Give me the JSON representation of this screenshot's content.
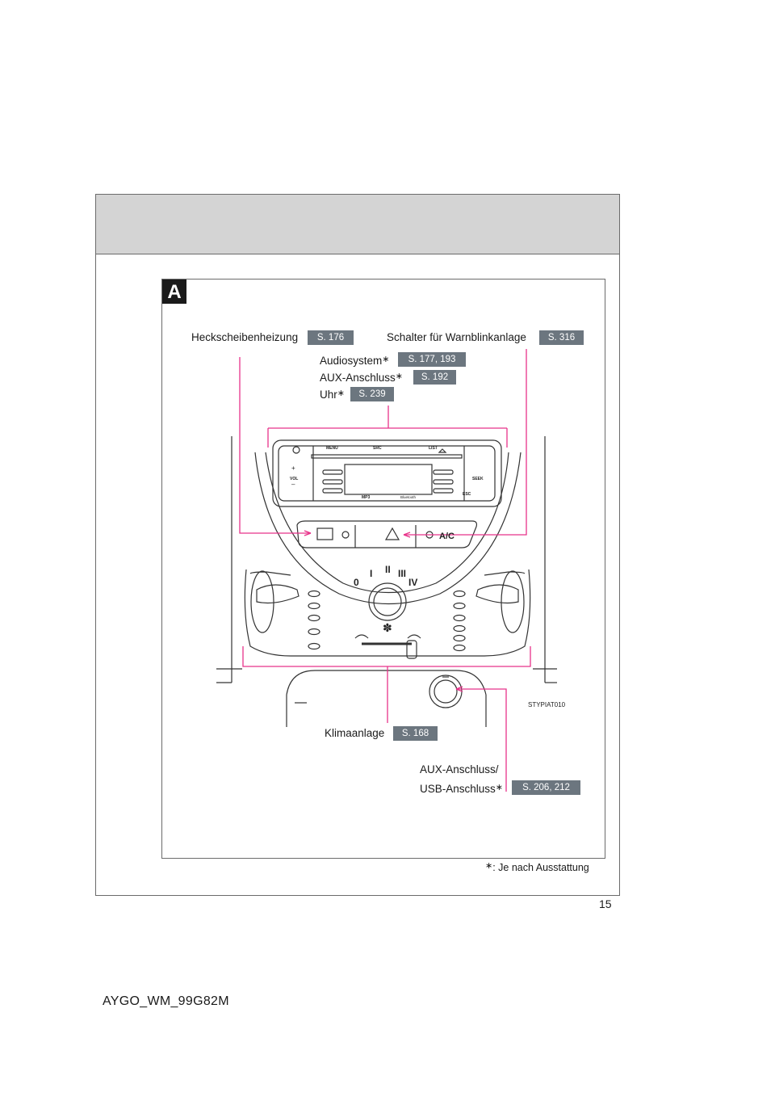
{
  "section_letter": "A",
  "callouts": {
    "rear_defogger": {
      "label": "Heckscheibenheizung",
      "ref": "S. 176"
    },
    "hazard_switch": {
      "label": "Schalter für Warnblinkanlage",
      "ref": "S. 316"
    },
    "audio_system": {
      "label": "Audiosystem",
      "ref": "S. 177, 193"
    },
    "aux_jack": {
      "label": "AUX-Anschluss",
      "ref": "S. 192"
    },
    "clock": {
      "label": "Uhr",
      "ref": "S. 239"
    },
    "air_conditioning": {
      "label": "Klimaanlage",
      "ref": "S. 168"
    },
    "aux_usb_line1": "AUX-Anschluss/",
    "aux_usb_line2": "USB-Anschluss",
    "aux_usb_ref": "S. 206, 212"
  },
  "star_mark": "∗",
  "footnote": ": Je nach Ausstattung",
  "illustration_code": "STYPIAT010",
  "radio_labels": {
    "menu": "MENU",
    "src": "SRC",
    "list": "LIST",
    "vol": "VOL",
    "seek": "SEEK",
    "esc": "ESC",
    "mp3": "MP3",
    "bluetooth": "Bluetooth"
  },
  "ac_label": "A/C",
  "fan_marks": {
    "off": "0",
    "s1": "I",
    "s2": "II",
    "s3": "III",
    "s4": "IV"
  },
  "page_number": "15",
  "document_code": "AYGO_WM_99G82M",
  "colors": {
    "leader_line": "#e8338a",
    "ref_badge": "#6c767f",
    "header_band": "#d4d4d4"
  }
}
